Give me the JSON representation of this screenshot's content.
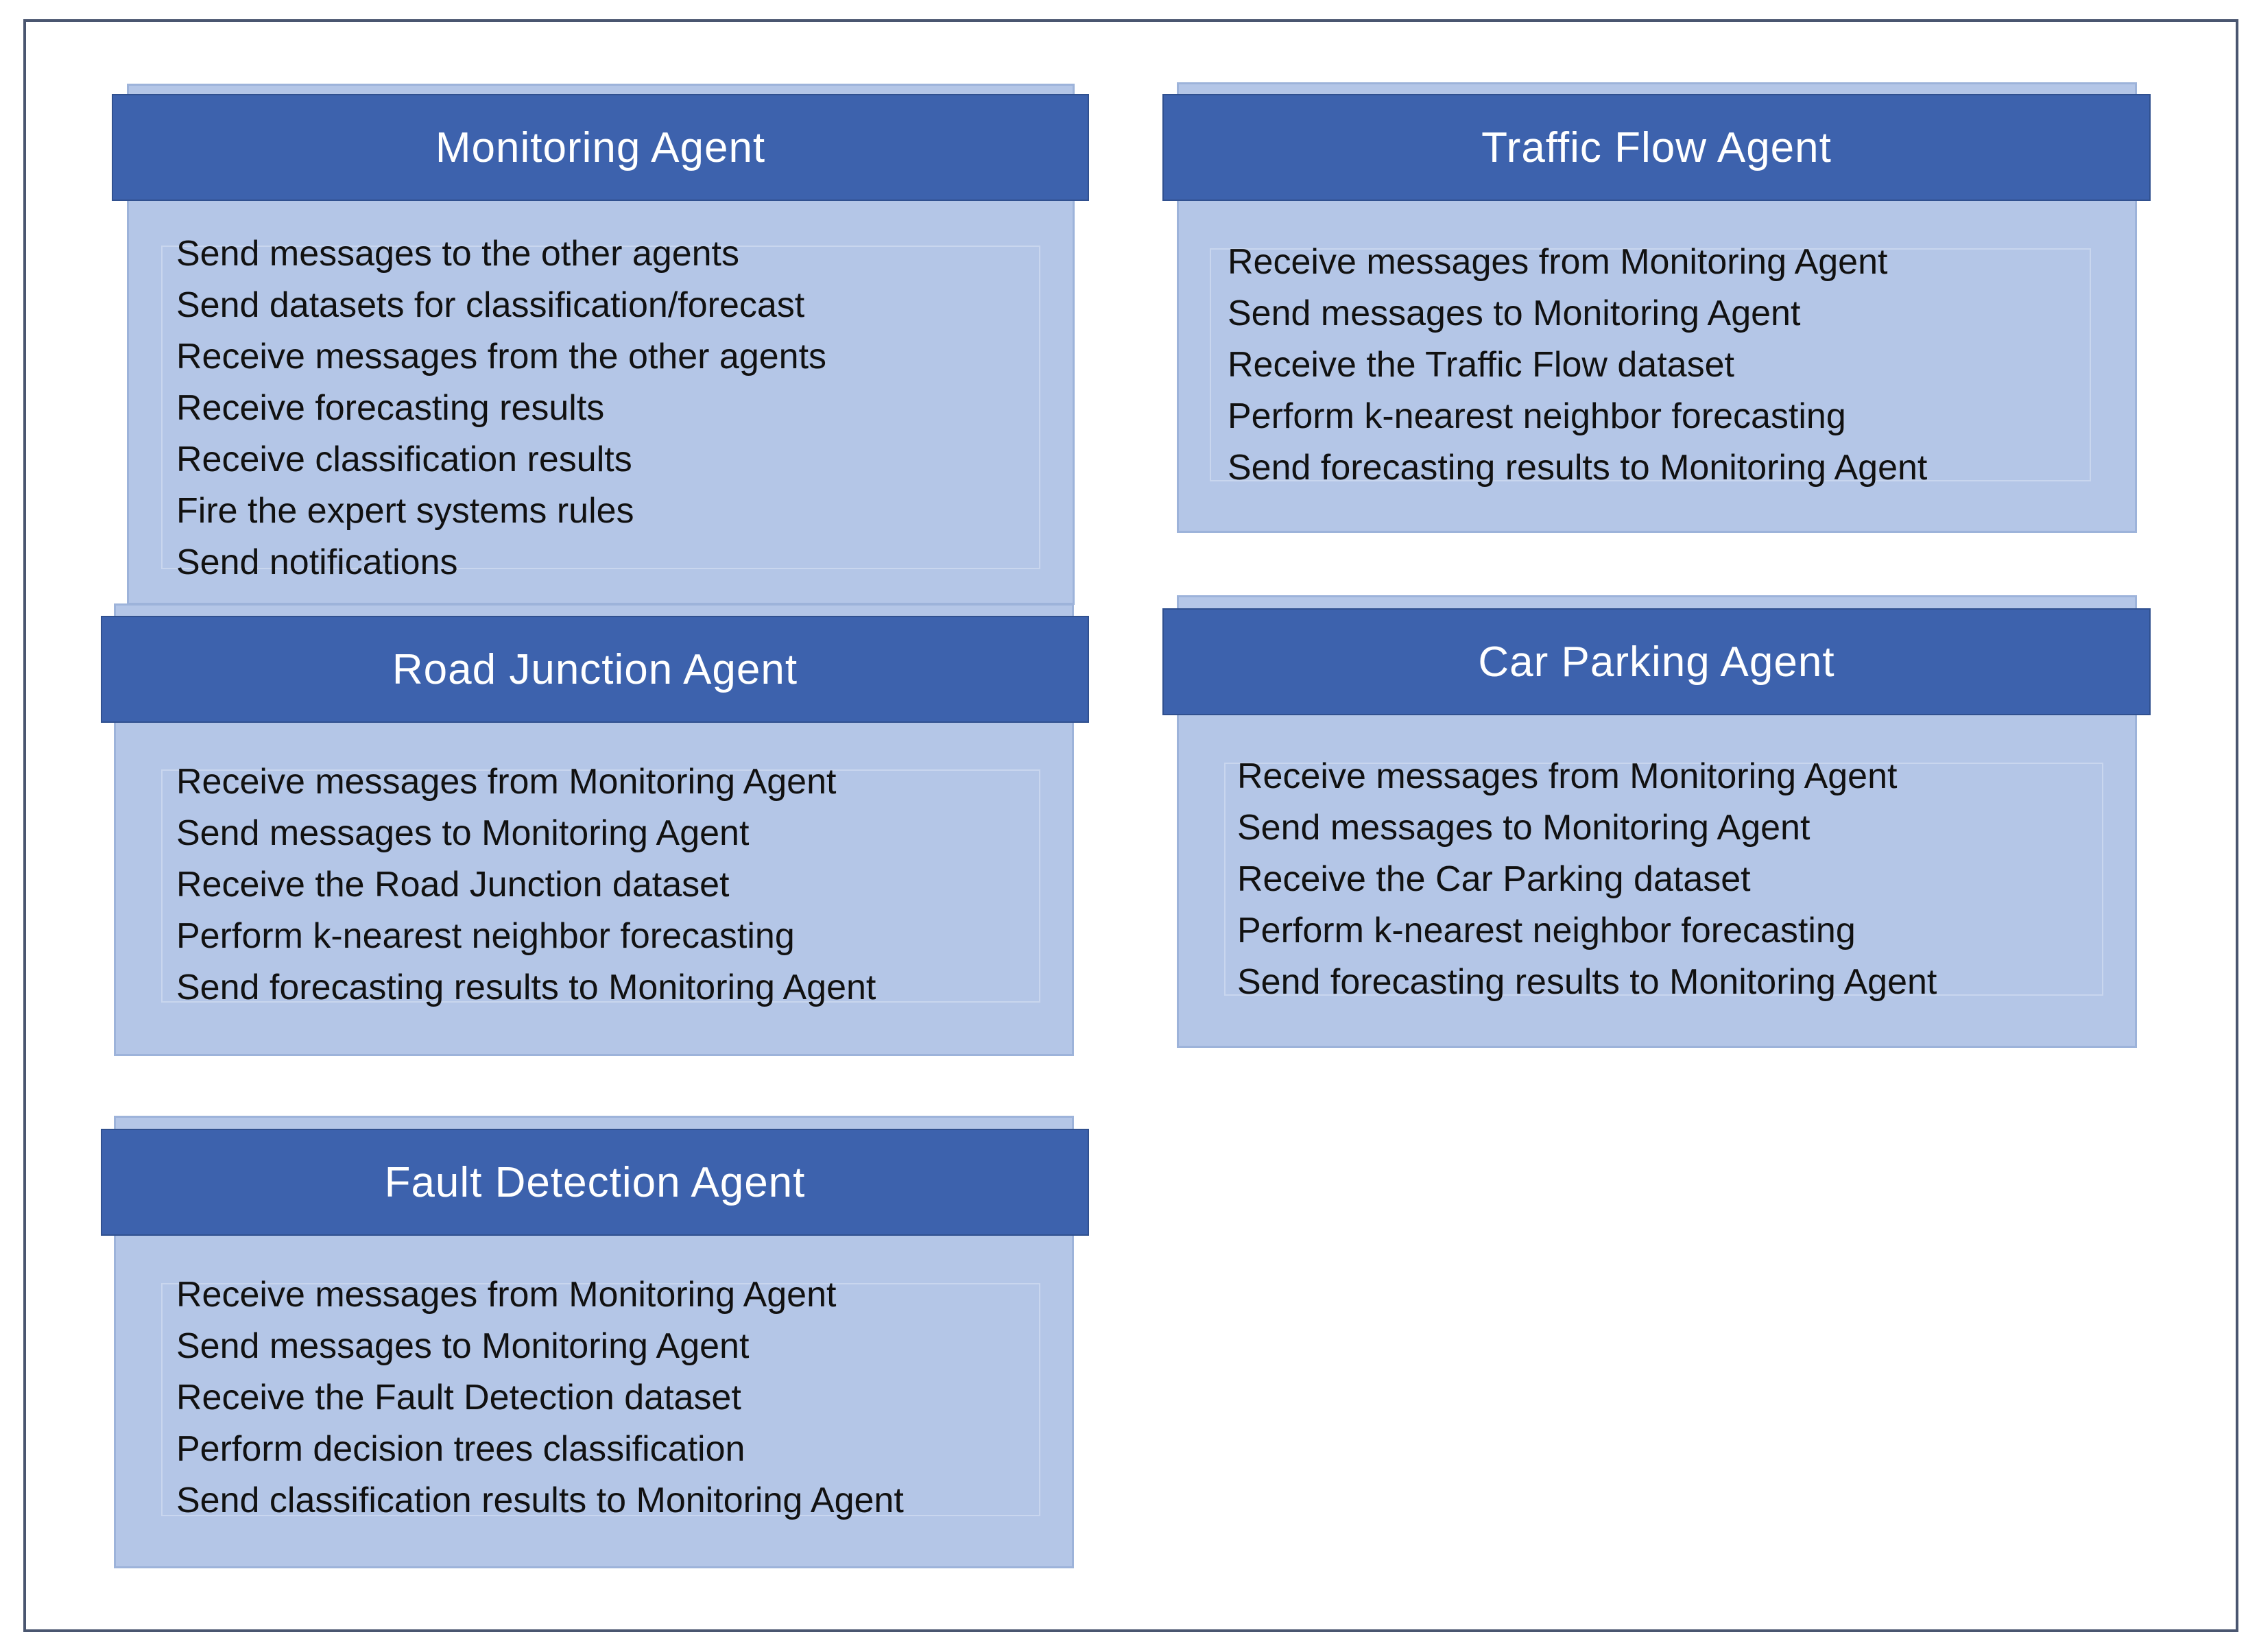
{
  "agents": {
    "monitoring": {
      "title": "Monitoring Agent",
      "tasks": [
        "Send messages to the other agents",
        "Send datasets for classification/forecast",
        "Receive messages from the other agents",
        "Receive forecasting results",
        "Receive classification results",
        "Fire the expert systems rules",
        "Send notifications"
      ]
    },
    "traffic_flow": {
      "title": "Traffic Flow Agent",
      "tasks": [
        "Receive messages from Monitoring Agent",
        "Send messages to Monitoring Agent",
        "Receive the Traffic Flow dataset",
        "Perform k-nearest neighbor forecasting",
        "Send forecasting results to Monitoring Agent"
      ]
    },
    "road_junction": {
      "title": "Road Junction Agent",
      "tasks": [
        "Receive messages from Monitoring Agent",
        "Send messages to Monitoring Agent",
        "Receive the Road Junction dataset",
        "Perform k-nearest neighbor forecasting",
        "Send forecasting results to Monitoring Agent"
      ]
    },
    "car_parking": {
      "title": "Car Parking Agent",
      "tasks": [
        "Receive messages from Monitoring Agent",
        "Send messages to Monitoring Agent",
        "Receive the Car Parking dataset",
        "Perform k-nearest neighbor forecasting",
        "Send forecasting results to Monitoring Agent"
      ]
    },
    "fault_detection": {
      "title": "Fault Detection Agent",
      "tasks": [
        "Receive messages from Monitoring Agent",
        "Send messages to Monitoring Agent",
        "Receive the Fault Detection dataset",
        "Perform decision trees classification",
        "Send classification results to Monitoring Agent"
      ]
    }
  }
}
